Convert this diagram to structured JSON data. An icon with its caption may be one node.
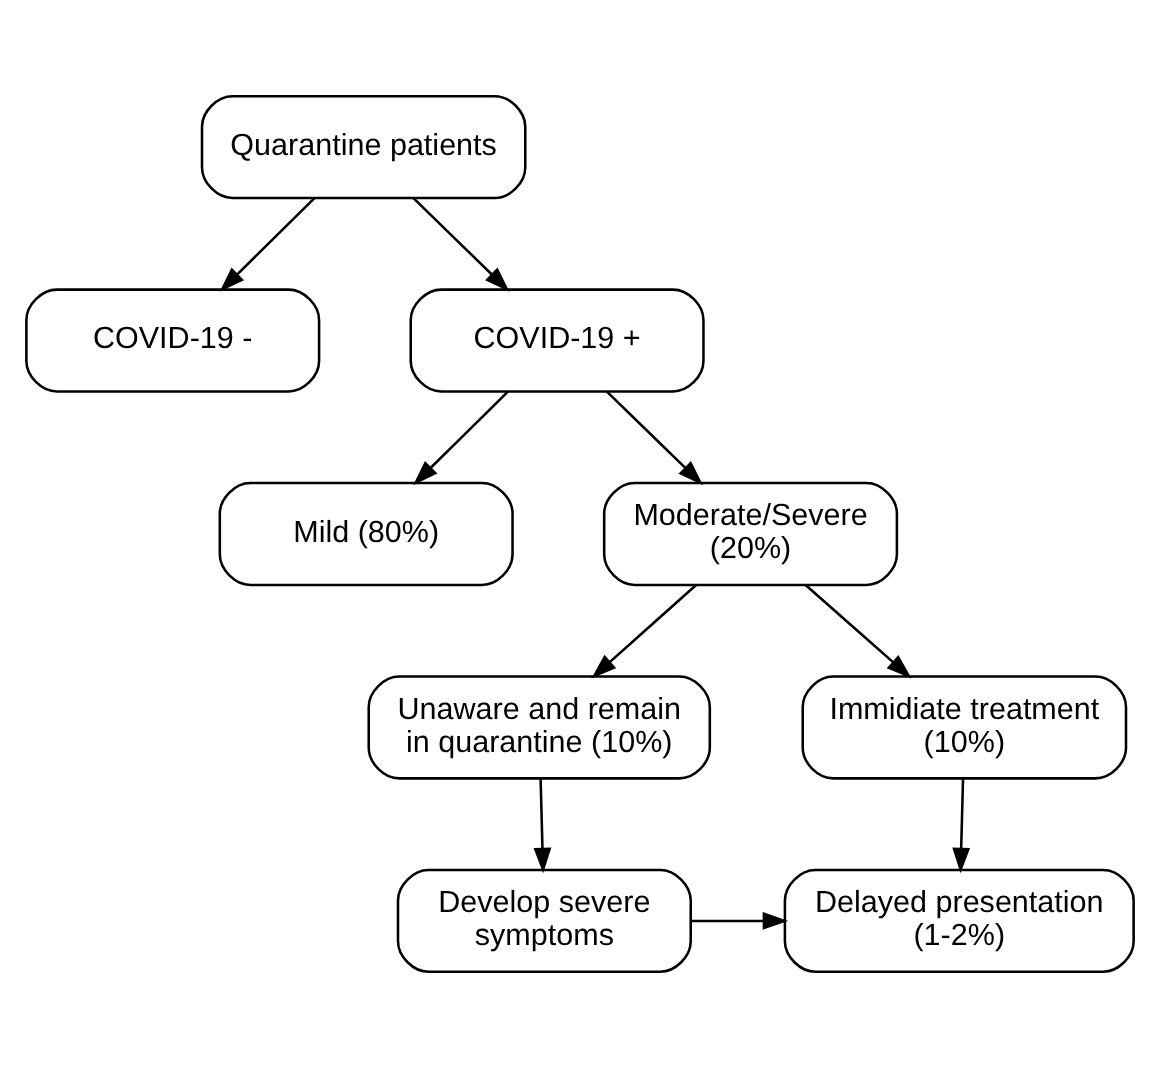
{
  "diagram": {
    "nodes": [
      {
        "text": [
          "Quarantine patients"
        ]
      },
      {
        "text": [
          "COVID-19 -"
        ]
      },
      {
        "text": [
          "COVID-19 +"
        ]
      },
      {
        "text": [
          "Mild (80%)"
        ]
      },
      {
        "text": [
          "Moderate/Severe (20%)"
        ]
      },
      {
        "text": [
          "Immidiate treatment (10%)"
        ]
      },
      {
        "text": [
          "Unaware and remain in quarantine (10%)"
        ]
      },
      {
        "text": [
          "Delayed presentation (1-2%)"
        ]
      },
      {
        "text": [
          "Develop severe symptoms"
        ]
      }
    ],
    "edges": [
      {
        "from": 0,
        "to": 1,
        "arrow": "to"
      },
      {
        "from": 0,
        "to": 2,
        "arrow": "to"
      },
      {
        "from": 2,
        "to": 3,
        "arrow": "to"
      },
      {
        "from": 2,
        "to": 4,
        "arrow": "to"
      },
      {
        "from": 4,
        "to": 5,
        "arrow": "to"
      },
      {
        "from": 4,
        "to": 6,
        "arrow": "to"
      },
      {
        "from": 5,
        "to": 7,
        "arrow": "to"
      },
      {
        "from": 6,
        "to": 8,
        "arrow": "to"
      },
      {
        "from": 8,
        "to": 7,
        "arrow": "to"
      }
    ]
  }
}
